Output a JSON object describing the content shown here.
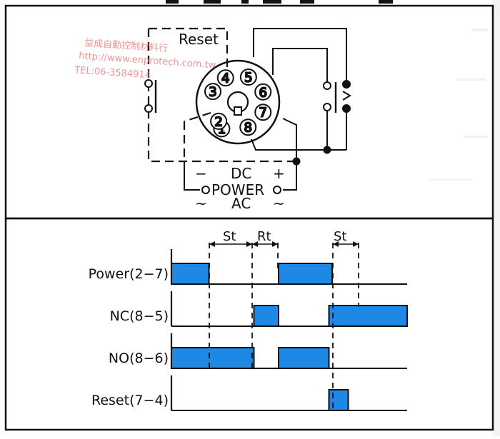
{
  "colors": {
    "line": "#111111",
    "pulse_fill": "#1e88e5",
    "watermark": "#e57373",
    "background": "#ffffff",
    "side_scan": "#dcdcdc"
  },
  "watermark": {
    "line1": "益成自動控制材料行",
    "line2": "http://www.enprotech.com.tw",
    "line3": "TEL:06-3584914"
  },
  "wiring": {
    "reset_label": "Reset",
    "pins": [
      "1",
      "2",
      "3",
      "4",
      "5",
      "6",
      "7",
      "8"
    ],
    "dc_label": "DC",
    "minus_label": "−",
    "plus_label": "+",
    "power_label": "POWER",
    "ac_label": "AC",
    "tilde_left": "~",
    "tilde_right": "~"
  },
  "timing": {
    "st_label_1": "St",
    "rt_label": "Rt",
    "st_label_2": "St",
    "rows": [
      {
        "label": "Power(2−7)",
        "pulses": [
          [
            0,
            0.35
          ],
          [
            1.0,
            1.5
          ]
        ]
      },
      {
        "label": "NC(8−5)",
        "pulses": [
          [
            0.77,
            1.0
          ],
          [
            1.47,
            2.2
          ]
        ]
      },
      {
        "label": "NO(8−6)",
        "pulses": [
          [
            0,
            0.77
          ],
          [
            1.0,
            1.47
          ]
        ]
      },
      {
        "label": "Reset(7−4)",
        "pulses": [
          [
            1.47,
            1.65
          ]
        ]
      }
    ]
  }
}
